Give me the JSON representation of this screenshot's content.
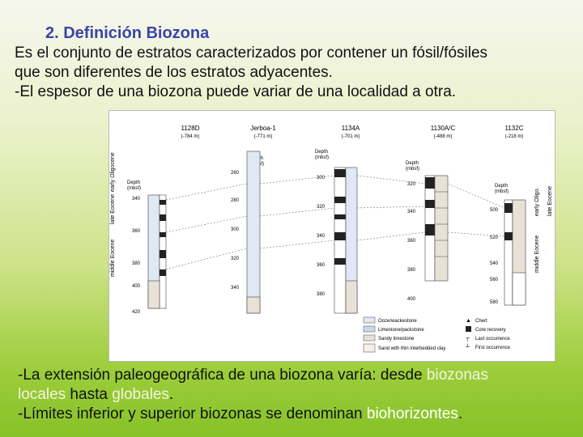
{
  "slide": {
    "title": "2. Definición Biozona",
    "intro_lines": [
      "Es el conjunto de estratos caracterizados por contener un fósil/fósiles",
      "que son diferentes de los estratos adyacentes.",
      "-El espesor de una biozona puede variar de una localidad a otra."
    ],
    "bottom": {
      "line1_before": "-La extensión paleogeográfica de una biozona varía: desde ",
      "line1_hl": "biozonas",
      "line2_hl1": "locales",
      "line2_mid": " hasta ",
      "line2_hl2": "globales",
      "line2_end": ".",
      "line3_before": "-Límites inferior y superior biozonas se denominan ",
      "line3_hl": "biohorizontes",
      "line3_end": "."
    }
  },
  "figure": {
    "sites": [
      {
        "name": "1128D",
        "depth": "(-784 m)"
      },
      {
        "name": "Jerboa-1",
        "depth": "(-771 m)"
      },
      {
        "name": "1134A",
        "depth": "(-701 m)"
      },
      {
        "name": "1130A/C",
        "depth": "(-488 m)"
      },
      {
        "name": "1132C",
        "depth": "(-218 m)"
      }
    ],
    "depth_label": "Depth",
    "depth_unit": "(mbsf)",
    "site1_depths": [
      "340",
      "360",
      "380",
      "400",
      "420"
    ],
    "site2_depths": [
      "260",
      "280",
      "300",
      "320",
      "340"
    ],
    "site3_depths": [
      "300",
      "320",
      "340",
      "360",
      "380"
    ],
    "site4_depths": [
      "320",
      "340",
      "360",
      "380",
      "400"
    ],
    "site5_depths": [
      "500",
      "520",
      "540",
      "560",
      "580"
    ],
    "epochs_left": [
      "early Oligocene",
      "late Eocene",
      "middle Eocene"
    ],
    "epochs_right": [
      "early Oligo.",
      "late Eocene",
      "middle Eocene"
    ],
    "legend": [
      {
        "label": "Ooze/wackestone"
      },
      {
        "label": "Limestone/packstone"
      },
      {
        "label": "Sandy limestone"
      },
      {
        "label": "Sand with thin interbedded clay"
      },
      {
        "label": "Chert"
      },
      {
        "label": "Core recovery"
      },
      {
        "label": "Last occurrence"
      },
      {
        "label": "First occurrence"
      }
    ]
  }
}
